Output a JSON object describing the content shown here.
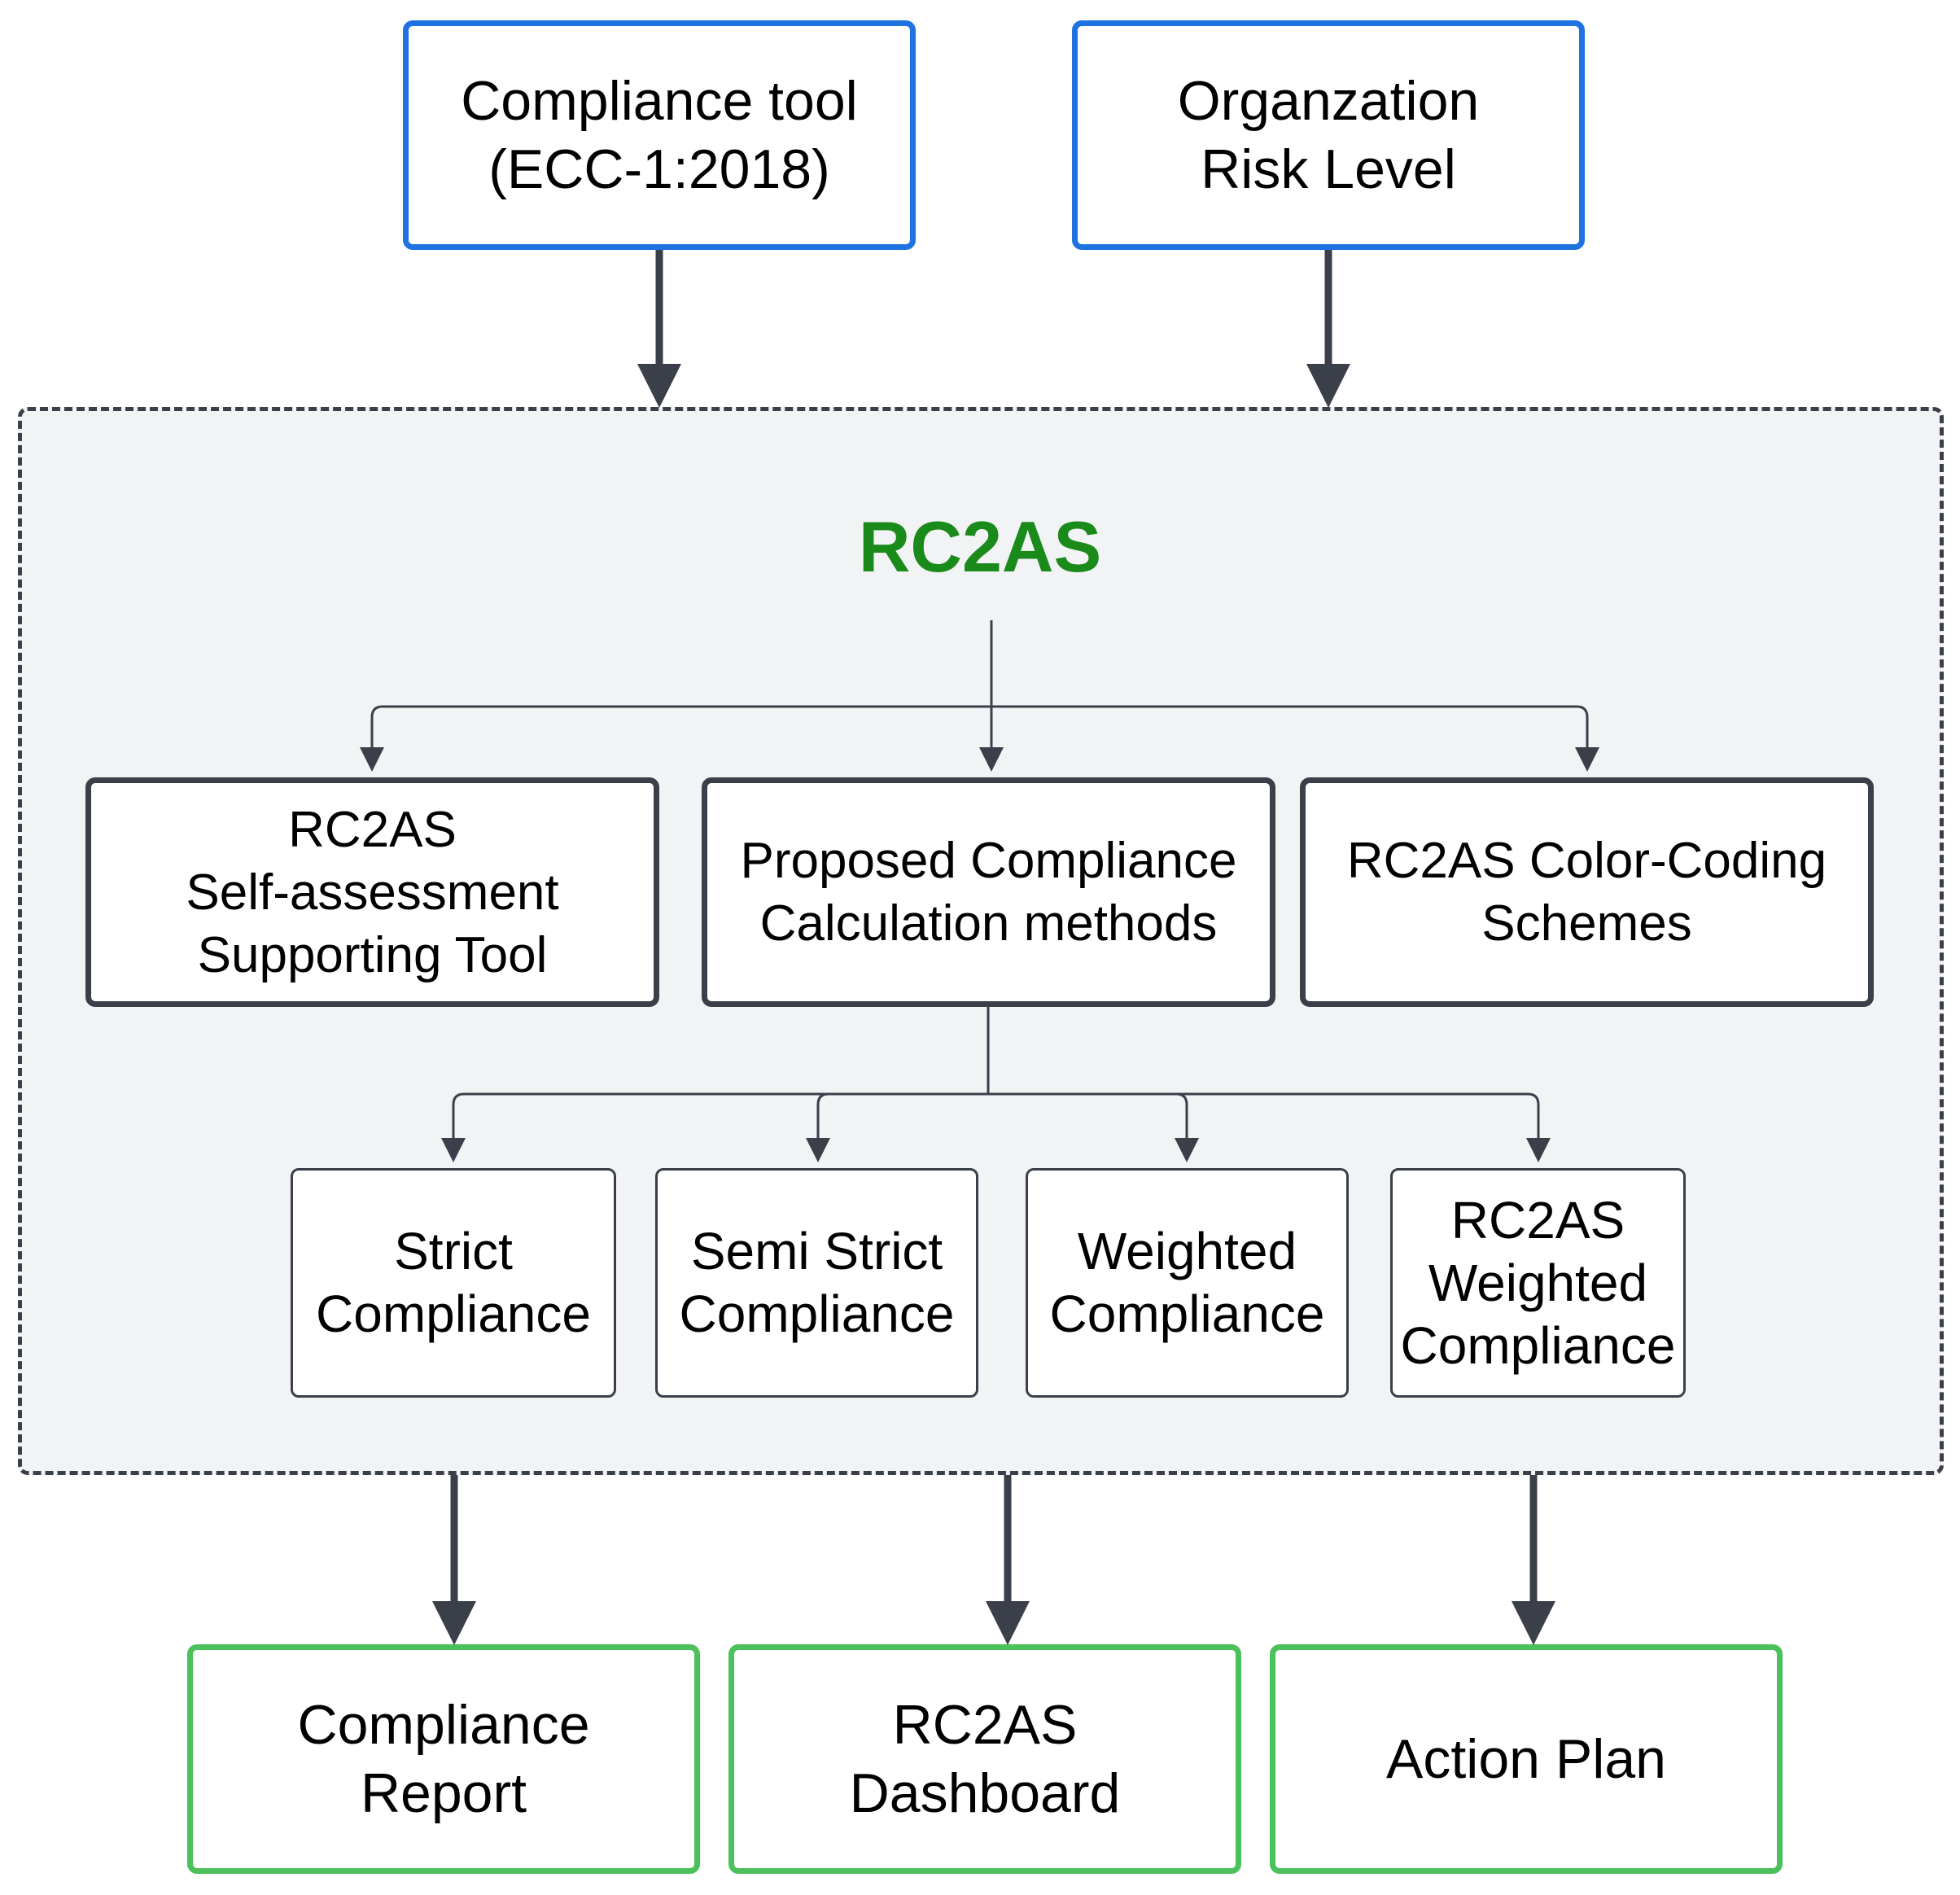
{
  "diagram": {
    "inputs": [
      {
        "label": "Compliance tool\n(ECC-1:2018)"
      },
      {
        "label": "Organzation\nRisk Level"
      }
    ],
    "system": {
      "title": "RC2AS",
      "components": [
        {
          "label": "RC2AS\nSelf-assessment\nSupporting Tool"
        },
        {
          "label": "Proposed Compliance\nCalculation methods"
        },
        {
          "label": "RC2AS Color-Coding\nSchemes"
        }
      ],
      "methods": [
        {
          "label": "Strict\nCompliance"
        },
        {
          "label": "Semi Strict\nCompliance"
        },
        {
          "label": "Weighted\nCompliance"
        },
        {
          "label": "RC2AS\nWeighted\nCompliance"
        }
      ]
    },
    "outputs": [
      {
        "label": "Compliance\nReport"
      },
      {
        "label": "RC2AS\nDashboard"
      },
      {
        "label": "Action Plan"
      }
    ],
    "colors": {
      "input_border": "#1f73e0",
      "output_border": "#4cc05a",
      "title": "#1a8a1a",
      "container_fill": "#f2f3f5",
      "line": "#3a3f4a"
    }
  }
}
